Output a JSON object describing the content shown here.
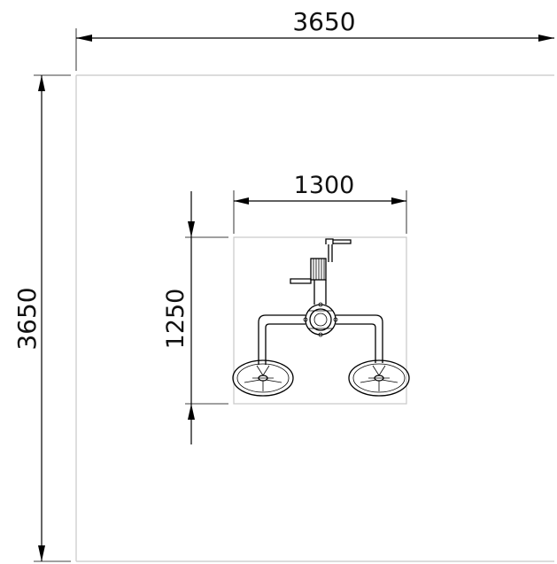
{
  "drawing": {
    "outer_width_label": "3650",
    "outer_height_label": "3650",
    "equipment_width_label": "1300",
    "equipment_height_label": "1250"
  }
}
